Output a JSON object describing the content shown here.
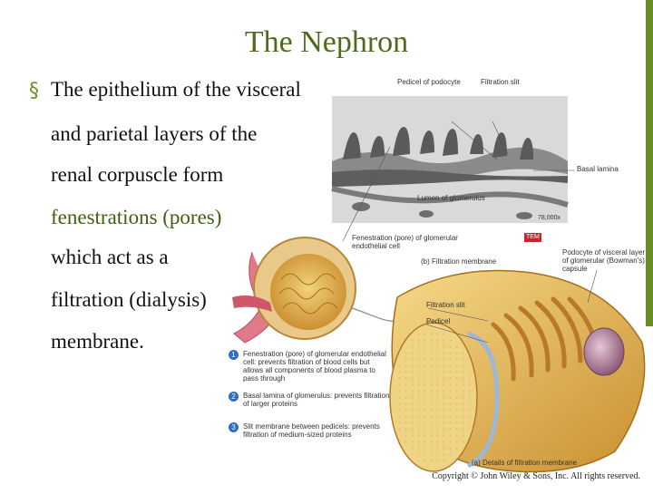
{
  "slide": {
    "title": "The Nephron",
    "bullet_marker": "§",
    "lines": [
      "The epithelium of the visceral",
      "and parietal layers of the",
      "renal corpuscle form",
      "fenestrations (pores)",
      "which act as a",
      "filtration (dialysis)",
      "membrane."
    ],
    "accent_color": "#6b8e23"
  },
  "figure": {
    "labels": {
      "pedicel_of_podocyte": "Pedicel of podocyte",
      "filtration_slit_top": "Filtration slit",
      "basal_lamina": "Basal lamina",
      "lumen_of_glomerulus": "Lumen of glomerulus",
      "magnification": "78,000x",
      "fenestration": "Fenestration (pore) of glomerular endothelial cell",
      "tem_badge": "TEM",
      "filtration_membrane_caption": "(b) Filtration membrane",
      "podocyte": "Podocyte of visceral layer of glomerular (Bowman's) capsule",
      "filtration_slit": "Filtration slit",
      "pedicel": "Pedicel",
      "details_caption": "(a) Details of filtration membrane"
    },
    "legend": [
      {
        "num": "1",
        "text": "Fenestration (pore) of glomerular endothelial cell: prevents filtration of blood cells but allows all components of blood plasma to pass through"
      },
      {
        "num": "2",
        "text": "Basal lamina of glomerulus: prevents filtration of larger proteins"
      },
      {
        "num": "3",
        "text": "Slit membrane between pedicels: prevents filtration of medium-sized proteins"
      }
    ]
  },
  "copyright": "Copyright © John Wiley & Sons, Inc. All rights reserved."
}
